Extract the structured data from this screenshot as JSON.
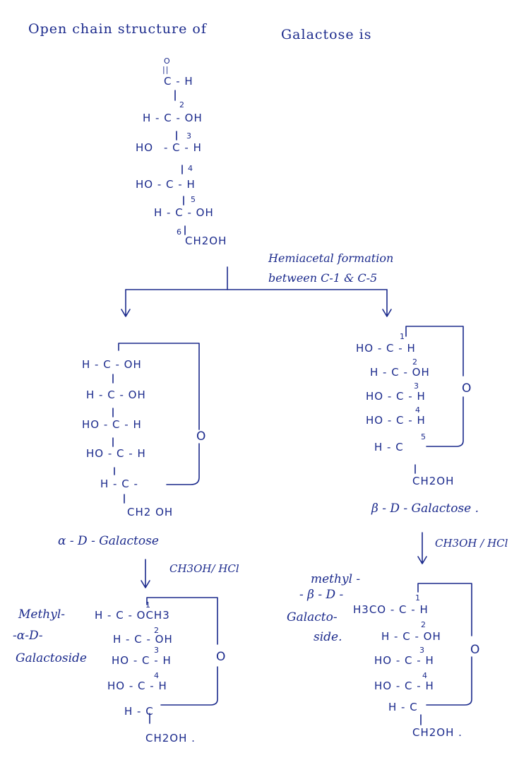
{
  "title": {
    "left": "Open chain structure of",
    "right": "Galactose is"
  },
  "open_chain": {
    "carbonyl_o": "O",
    "double_bond": "||",
    "c1": "C - H",
    "n2": "2",
    "c2": "H - C - OH",
    "c3_left": "HO",
    "c3_right": "- C - H",
    "n3": "3",
    "n4": "4",
    "c4": "HO  - C  - H",
    "n5": "5",
    "c5": "H - C - OH",
    "n6": "6",
    "c6": "CH2OH"
  },
  "hemiacetal": {
    "line1": "Hemiacetal formation",
    "line2": "between   C-1 & C-5"
  },
  "alpha": {
    "rows": [
      "H - C - OH",
      "H - C - OH",
      "HO - C  - H",
      "HO - C  - H",
      "H - C -"
    ],
    "ring_o": "O",
    "ch2oh": "CH2 OH",
    "name": "α - D - Galactose",
    "reagent": "CH3OH/ HCl"
  },
  "beta": {
    "rows": [
      "HO - C - H",
      "H  - C - OH",
      "HO - C - H",
      "HO - C - H",
      "H  - C"
    ],
    "nums": [
      "1",
      "2",
      "3",
      "4",
      "5"
    ],
    "ring_o": "O",
    "ch2oh": "CH2OH",
    "name": "β - D - Galactose .",
    "reagent": "CH3OH / HCl"
  },
  "methyl_alpha": {
    "label1": "Methyl-",
    "label2": "-α-D-",
    "label3": "Galactoside",
    "rows": [
      "H  - C - OCH3",
      "H - C - OH",
      "HO - C - H",
      "HO - C - H",
      "H - C"
    ],
    "nums": [
      "1",
      "2",
      "3",
      "4"
    ],
    "ring_o": "O",
    "ch2oh": "CH2OH ."
  },
  "methyl_beta": {
    "label1": "methyl -",
    "label2": "- β - D -",
    "label3": "Galacto-",
    "label4": "side.",
    "rows": [
      "H3CO - C - H",
      "H - C - OH",
      "HO - C - H",
      "HO - C - H",
      "H - C"
    ],
    "nums": [
      "1",
      "2",
      "3",
      "4"
    ],
    "ring_o": "O",
    "ch2oh": "CH2OH ."
  }
}
